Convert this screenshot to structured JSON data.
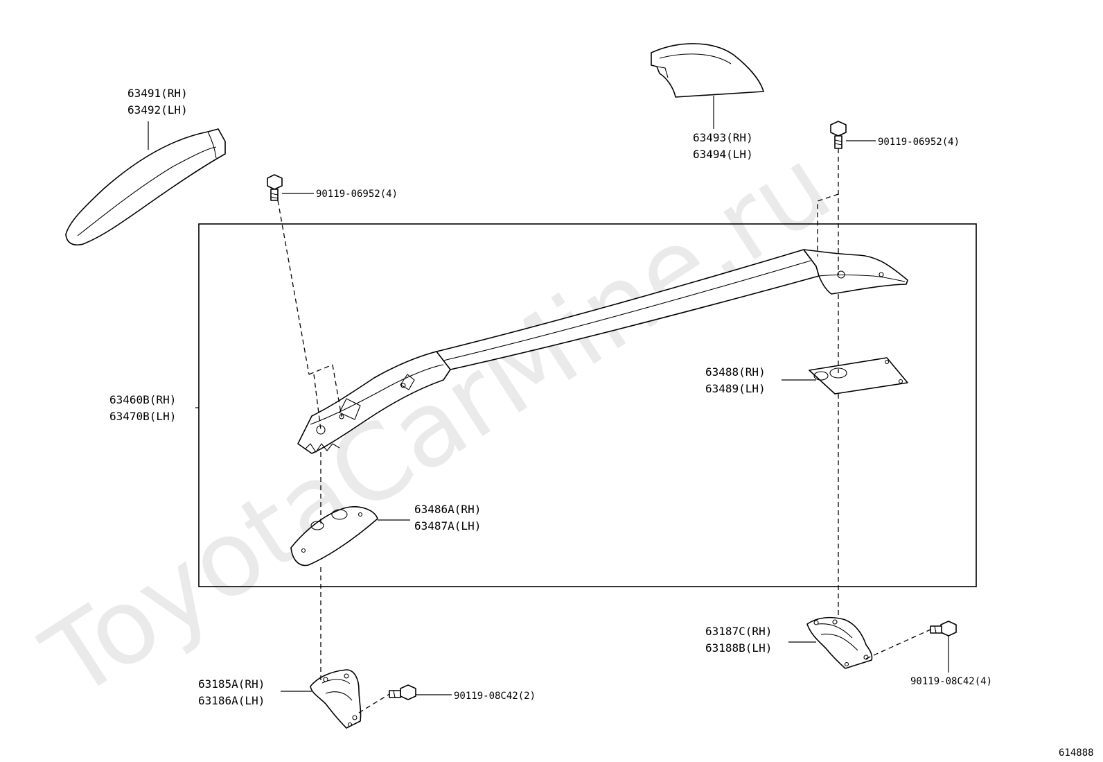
{
  "watermark": "ToyotaCarMine.ru",
  "figure_number": "614888",
  "labels": {
    "p63491": "63491(RH)",
    "p63492": "63492(LH)",
    "p63493": "63493(RH)",
    "p63494": "63494(LH)",
    "bolt_top_left": "90119-06952(4)",
    "bolt_top_right": "90119-06952(4)",
    "p63460b": "63460B(RH)",
    "p63470b": "63470B(LH)",
    "p63488": "63488(RH)",
    "p63489": "63489(LH)",
    "p63486a": "63486A(RH)",
    "p63487a": "63487A(LH)",
    "p63187c": "63187C(RH)",
    "p63188b": "63188B(LH)",
    "bolt_bottom_right": "90119-08C42(4)",
    "p63185a": "63185A(RH)",
    "p63186a": "63186A(LH)",
    "bolt_bottom_left": "90119-08C42(2)"
  }
}
